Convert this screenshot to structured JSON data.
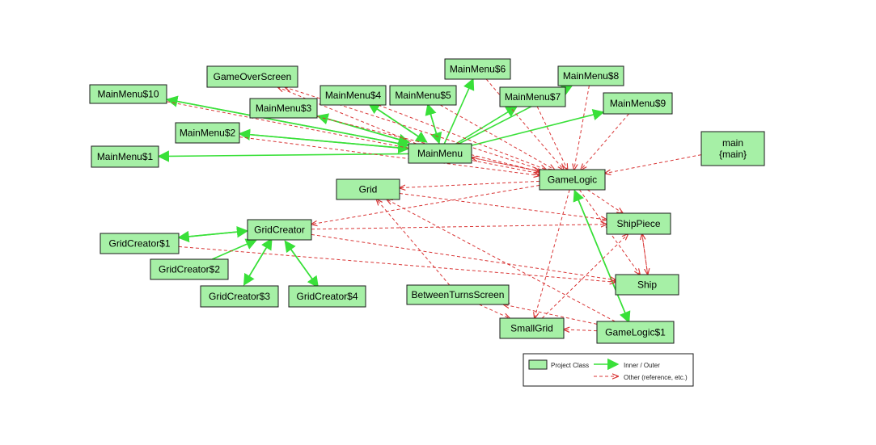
{
  "nodes": [
    {
      "id": "MainMenu10",
      "label": "MainMenu$10"
    },
    {
      "id": "GameOverScreen",
      "label": "GameOverScreen"
    },
    {
      "id": "MainMenu3",
      "label": "MainMenu$3"
    },
    {
      "id": "MainMenu4",
      "label": "MainMenu$4"
    },
    {
      "id": "MainMenu5",
      "label": "MainMenu$5"
    },
    {
      "id": "MainMenu6",
      "label": "MainMenu$6"
    },
    {
      "id": "MainMenu7",
      "label": "MainMenu$7"
    },
    {
      "id": "MainMenu8",
      "label": "MainMenu$8"
    },
    {
      "id": "MainMenu9",
      "label": "MainMenu$9"
    },
    {
      "id": "MainMenu2",
      "label": "MainMenu$2"
    },
    {
      "id": "MainMenu1",
      "label": "MainMenu$1"
    },
    {
      "id": "MainMenu",
      "label": "MainMenu"
    },
    {
      "id": "main",
      "label": "main\n{main}"
    },
    {
      "id": "GameLogic",
      "label": "GameLogic"
    },
    {
      "id": "Grid",
      "label": "Grid"
    },
    {
      "id": "GridCreator",
      "label": "GridCreator"
    },
    {
      "id": "ShipPiece",
      "label": "ShipPiece"
    },
    {
      "id": "GridCreator1",
      "label": "GridCreator$1"
    },
    {
      "id": "GridCreator2",
      "label": "GridCreator$2"
    },
    {
      "id": "GridCreator3",
      "label": "GridCreator$3"
    },
    {
      "id": "GridCreator4",
      "label": "GridCreator$4"
    },
    {
      "id": "Ship",
      "label": "Ship"
    },
    {
      "id": "BetweenTurnsScreen",
      "label": "BetweenTurnsScreen"
    },
    {
      "id": "SmallGrid",
      "label": "SmallGrid"
    },
    {
      "id": "GameLogic1",
      "label": "GameLogic$1"
    }
  ],
  "edges": [
    {
      "from": "MainMenu",
      "to": "MainMenu10",
      "kind": "inner"
    },
    {
      "from": "MainMenu10",
      "to": "MainMenu",
      "kind": "inner"
    },
    {
      "from": "MainMenu",
      "to": "MainMenu3",
      "kind": "inner"
    },
    {
      "from": "MainMenu3",
      "to": "MainMenu",
      "kind": "inner"
    },
    {
      "from": "MainMenu",
      "to": "MainMenu4",
      "kind": "inner"
    },
    {
      "from": "MainMenu4",
      "to": "MainMenu",
      "kind": "inner"
    },
    {
      "from": "MainMenu",
      "to": "MainMenu5",
      "kind": "inner"
    },
    {
      "from": "MainMenu5",
      "to": "MainMenu",
      "kind": "inner"
    },
    {
      "from": "MainMenu",
      "to": "MainMenu6",
      "kind": "inner"
    },
    {
      "from": "MainMenu",
      "to": "MainMenu7",
      "kind": "inner"
    },
    {
      "from": "MainMenu",
      "to": "MainMenu8",
      "kind": "inner"
    },
    {
      "from": "MainMenu",
      "to": "MainMenu9",
      "kind": "inner"
    },
    {
      "from": "MainMenu",
      "to": "MainMenu2",
      "kind": "inner"
    },
    {
      "from": "MainMenu2",
      "to": "MainMenu",
      "kind": "inner"
    },
    {
      "from": "MainMenu",
      "to": "MainMenu1",
      "kind": "inner"
    },
    {
      "from": "GridCreator",
      "to": "GridCreator1",
      "kind": "inner"
    },
    {
      "from": "GridCreator1",
      "to": "GridCreator",
      "kind": "inner"
    },
    {
      "from": "GridCreator2",
      "to": "GridCreator",
      "kind": "inner"
    },
    {
      "from": "GridCreator",
      "to": "GridCreator3",
      "kind": "inner"
    },
    {
      "from": "GridCreator3",
      "to": "GridCreator",
      "kind": "inner"
    },
    {
      "from": "GridCreator",
      "to": "GridCreator4",
      "kind": "inner"
    },
    {
      "from": "GridCreator4",
      "to": "GridCreator",
      "kind": "inner"
    },
    {
      "from": "GameLogic",
      "to": "GameLogic1",
      "kind": "inner"
    },
    {
      "from": "GameLogic1",
      "to": "GameLogic",
      "kind": "inner"
    },
    {
      "from": "main",
      "to": "GameLogic",
      "kind": "other"
    },
    {
      "from": "MainMenu",
      "to": "GameLogic",
      "kind": "other"
    },
    {
      "from": "GameLogic",
      "to": "MainMenu",
      "kind": "other"
    },
    {
      "from": "MainMenu3",
      "to": "GameLogic",
      "kind": "other"
    },
    {
      "from": "MainMenu4",
      "to": "GameLogic",
      "kind": "other"
    },
    {
      "from": "MainMenu5",
      "to": "GameLogic",
      "kind": "other"
    },
    {
      "from": "MainMenu6",
      "to": "GameLogic",
      "kind": "other"
    },
    {
      "from": "MainMenu7",
      "to": "GameLogic",
      "kind": "other"
    },
    {
      "from": "MainMenu8",
      "to": "GameLogic",
      "kind": "other"
    },
    {
      "from": "MainMenu9",
      "to": "GameLogic",
      "kind": "other"
    },
    {
      "from": "MainMenu10",
      "to": "GameLogic",
      "kind": "other"
    },
    {
      "from": "MainMenu2",
      "to": "GameLogic",
      "kind": "other"
    },
    {
      "from": "MainMenu",
      "to": "GameOverScreen",
      "kind": "other"
    },
    {
      "from": "GameLogic",
      "to": "GameOverScreen",
      "kind": "other"
    },
    {
      "from": "GameLogic",
      "to": "Grid",
      "kind": "other"
    },
    {
      "from": "GameLogic",
      "to": "GridCreator",
      "kind": "other"
    },
    {
      "from": "GameLogic",
      "to": "ShipPiece",
      "kind": "other"
    },
    {
      "from": "GameLogic",
      "to": "Ship",
      "kind": "other"
    },
    {
      "from": "GameLogic",
      "to": "SmallGrid",
      "kind": "other"
    },
    {
      "from": "Grid",
      "to": "ShipPiece",
      "kind": "other"
    },
    {
      "from": "GridCreator",
      "to": "ShipPiece",
      "kind": "other"
    },
    {
      "from": "GridCreator",
      "to": "Ship",
      "kind": "other"
    },
    {
      "from": "GridCreator1",
      "to": "Ship",
      "kind": "other"
    },
    {
      "from": "Ship",
      "to": "ShipPiece",
      "kind": "other"
    },
    {
      "from": "ShipPiece",
      "to": "Ship",
      "kind": "other"
    },
    {
      "from": "BetweenTurnsScreen",
      "to": "Grid",
      "kind": "other"
    },
    {
      "from": "BetweenTurnsScreen",
      "to": "SmallGrid",
      "kind": "other"
    },
    {
      "from": "SmallGrid",
      "to": "ShipPiece",
      "kind": "other"
    },
    {
      "from": "GameLogic1",
      "to": "SmallGrid",
      "kind": "other"
    },
    {
      "from": "GameLogic1",
      "to": "Grid",
      "kind": "other"
    },
    {
      "from": "GameLogic1",
      "to": "BetweenTurnsScreen",
      "kind": "other"
    }
  ],
  "legend": {
    "project_class": "Project Class",
    "inner_outer": "Inner / Outer",
    "other": "Other (reference, etc.)"
  },
  "colors": {
    "node_fill": "#a6f0a6",
    "inner_edge": "#39e039",
    "other_edge": "#d93636"
  }
}
